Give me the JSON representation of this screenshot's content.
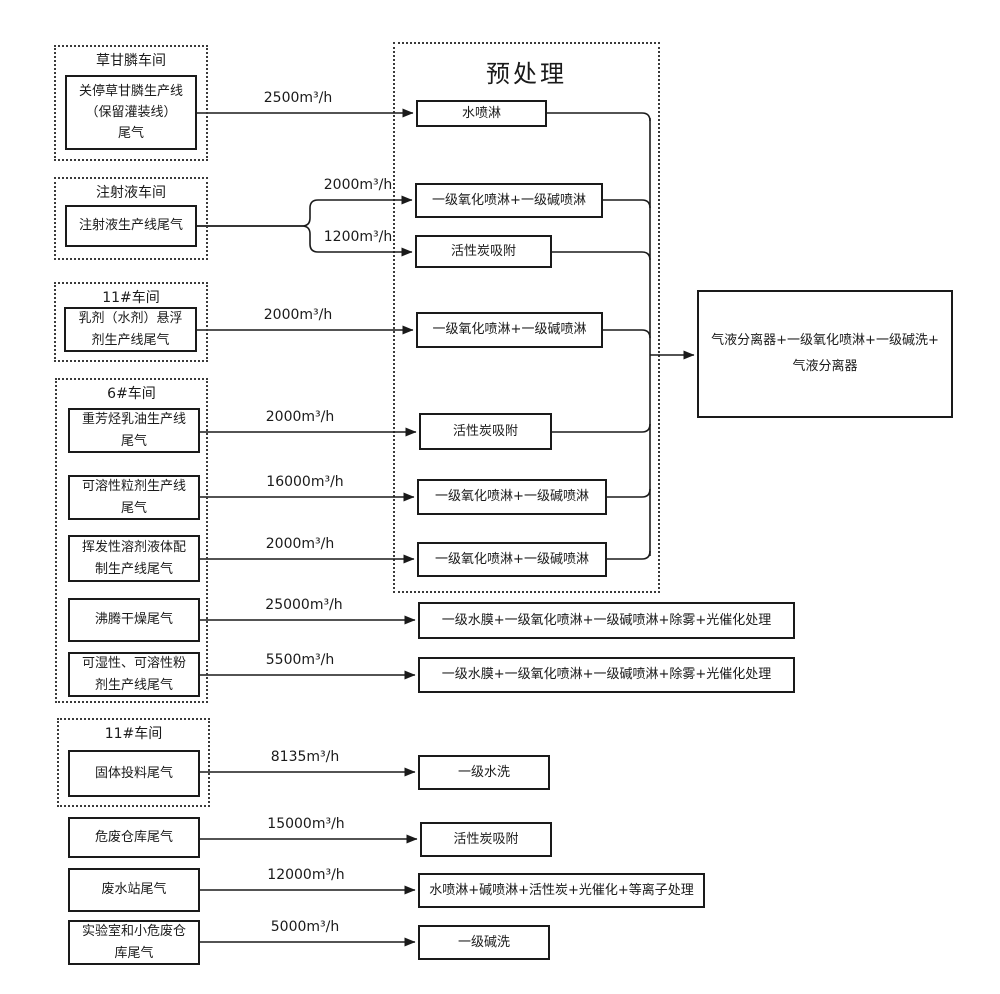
{
  "diagram": {
    "pretreatment_title": "预处理",
    "groups": {
      "glyphosate": {
        "label": "草甘膦车间",
        "contains": [
          "s1"
        ]
      },
      "injection": {
        "label": "注射液车间",
        "contains": [
          "s2"
        ]
      },
      "workshop11a": {
        "label": "11#车间",
        "contains": [
          "s3"
        ]
      },
      "workshop6": {
        "label": "6#车间",
        "contains": [
          "s4",
          "s5",
          "s6",
          "s7",
          "s8"
        ]
      },
      "workshop11b": {
        "label": "11#车间",
        "contains": [
          "s9"
        ]
      }
    },
    "sources": {
      "s1": "关停草甘膦生产线\n（保留灌装线）\n尾气",
      "s2": "注射液生产线尾气",
      "s3": "乳剂（水剂）悬浮\n剂生产线尾气",
      "s4": "重芳烃乳油生产线\n尾气",
      "s5": "可溶性粒剂生产线\n尾气",
      "s6": "挥发性溶剂液体配\n制生产线尾气",
      "s7": "沸腾干燥尾气",
      "s8": "可湿性、可溶性粉\n剂生产线尾气",
      "s9": "固体投料尾气",
      "s10": "危废仓库尾气",
      "s11": "废水站尾气",
      "s12": "实验室和小危废仓\n库尾气"
    },
    "flows": {
      "f1": "2500m³/h",
      "f2": "2000m³/h",
      "f3": "1200m³/h",
      "f4": "2000m³/h",
      "f5": "2000m³/h",
      "f6": "16000m³/h",
      "f7": "2000m³/h",
      "f8": "25000m³/h",
      "f9": "5500m³/h",
      "f10": "8135m³/h",
      "f11": "15000m³/h",
      "f12": "12000m³/h",
      "f13": "5000m³/h"
    },
    "treatments": {
      "t1": "水喷淋",
      "t2": "一级氧化喷淋+一级碱喷淋",
      "t3": "活性炭吸附",
      "t4": "一级氧化喷淋+一级碱喷淋",
      "t5": "活性炭吸附",
      "t6": "一级氧化喷淋+一级碱喷淋",
      "t7": "一级氧化喷淋+一级碱喷淋",
      "t8": "一级水膜+一级氧化喷淋+一级碱喷淋+除雾+光催化处理",
      "t9": "一级水膜+一级氧化喷淋+一级碱喷淋+除雾+光催化处理",
      "t10": "一级水洗",
      "t11": "活性炭吸附",
      "t12": "水喷淋+碱喷淋+活性炭+光催化+等离子处理",
      "t13": "一级碱洗"
    },
    "final_box": "气液分离器+一级氧化喷淋+一级碱洗+\n气液分离器",
    "links": [
      {
        "from": "s1",
        "rate": "f1",
        "to": "t1"
      },
      {
        "from": "s2",
        "rate": "f2",
        "to": "t2"
      },
      {
        "from": "s2",
        "rate": "f3",
        "to": "t3"
      },
      {
        "from": "s3",
        "rate": "f4",
        "to": "t4"
      },
      {
        "from": "s4",
        "rate": "f5",
        "to": "t5"
      },
      {
        "from": "s5",
        "rate": "f6",
        "to": "t6"
      },
      {
        "from": "s6",
        "rate": "f7",
        "to": "t7"
      },
      {
        "from": "s7",
        "rate": "f8",
        "to": "t8"
      },
      {
        "from": "s8",
        "rate": "f9",
        "to": "t9"
      },
      {
        "from": "s9",
        "rate": "f10",
        "to": "t10"
      },
      {
        "from": "s10",
        "rate": "f11",
        "to": "t11"
      },
      {
        "from": "s11",
        "rate": "f12",
        "to": "t12"
      },
      {
        "from": "s12",
        "rate": "f13",
        "to": "t13"
      },
      {
        "from": [
          "t1",
          "t2",
          "t3",
          "t4",
          "t5",
          "t6",
          "t7"
        ],
        "to": "final_box"
      }
    ],
    "colors": {
      "line": "#1a1a1a",
      "box_border": "#1a1a1a",
      "background": "#ffffff"
    }
  }
}
